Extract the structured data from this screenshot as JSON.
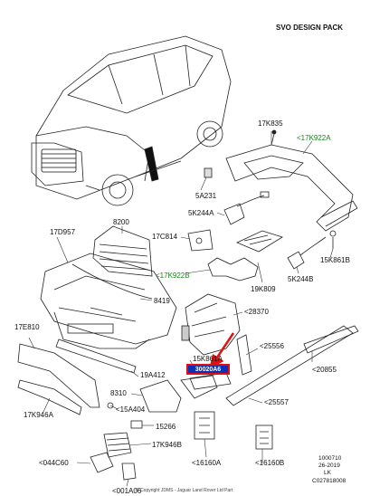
{
  "title": "SVO DESIGN PACK",
  "highlight": {
    "label": "30020A6"
  },
  "labels": {
    "l17K835": "17K835",
    "l17K922A": "<17K922A",
    "l5A231": "5A231",
    "l5K244A": "5K244A",
    "l17D957": "17D957",
    "l8200": "8200",
    "l17C814": "17C814",
    "l17K922B": "<17K922B",
    "l19K809": "19K809",
    "l5K244B": "5K244B",
    "l15K861B": "15K861B",
    "l8419": "8419",
    "l28370": "<28370",
    "l17E810": "17E810",
    "l15K861A": "15K861A",
    "l25556": "<25556",
    "l19A412": "19A412",
    "l20855": "<20855",
    "l8310": "8310",
    "l25557": "<25557",
    "l17K946A": "17K946A",
    "l15A404": "<15A404",
    "l15266": "15266",
    "l17K946B": "17K946B",
    "l044C60": "<044C60",
    "l16160A": "<16160A",
    "l16160B": "<16160B",
    "l001A06": "<001A06"
  },
  "meta": {
    "code": "1000710",
    "date": "26-2019",
    "region": "LK",
    "ref": "C027818008"
  },
  "copyright": "© Copyright JDMS - Jaguar Land Rover Ltd Part"
}
